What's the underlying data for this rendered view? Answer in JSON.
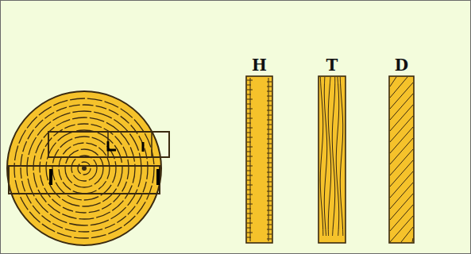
{
  "diagram": {
    "nodes": [
      {
        "text": [
          "H"
        ]
      },
      {
        "text": [
          "T"
        ]
      },
      {
        "text": [
          "D"
        ]
      }
    ]
  }
}
